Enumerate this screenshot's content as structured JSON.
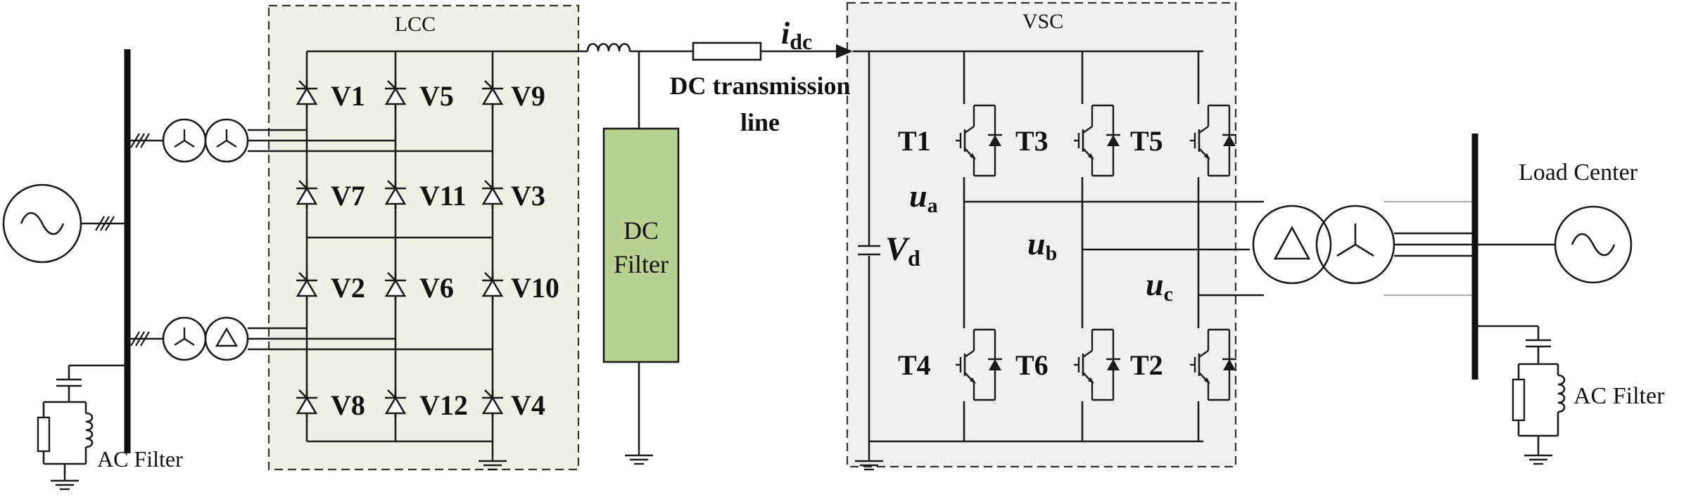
{
  "colors": {
    "lcc_fill": "#eef2e4",
    "vsc_fill": "#f0eff4",
    "dc_filter_fill": "#b8d190",
    "line": "#1a1a1a"
  },
  "lcc": {
    "title": "LCC",
    "valves": [
      "V1",
      "V5",
      "V9",
      "V7",
      "V11",
      "V3",
      "V2",
      "V6",
      "V10",
      "V8",
      "V12",
      "V4"
    ]
  },
  "vsc": {
    "title": "VSC",
    "switches": [
      "T1",
      "T3",
      "T5",
      "T4",
      "T6",
      "T2"
    ]
  },
  "dc_link": {
    "current_symbol": "i",
    "current_subscript": "dc",
    "line_label_1": "DC transmission",
    "line_label_2": "line"
  },
  "dc_filter": {
    "line1": "DC",
    "line2": "Filter"
  },
  "voltages": {
    "vd_symbol": "V",
    "vd_sub": "d",
    "ua_symbol": "u",
    "ua_sub": "a",
    "ub_symbol": "u",
    "ub_sub": "b",
    "uc_symbol": "u",
    "uc_sub": "c"
  },
  "labels": {
    "ac_filter_left": "AC Filter",
    "ac_filter_right": "AC Filter",
    "load_center": "Load Center"
  }
}
